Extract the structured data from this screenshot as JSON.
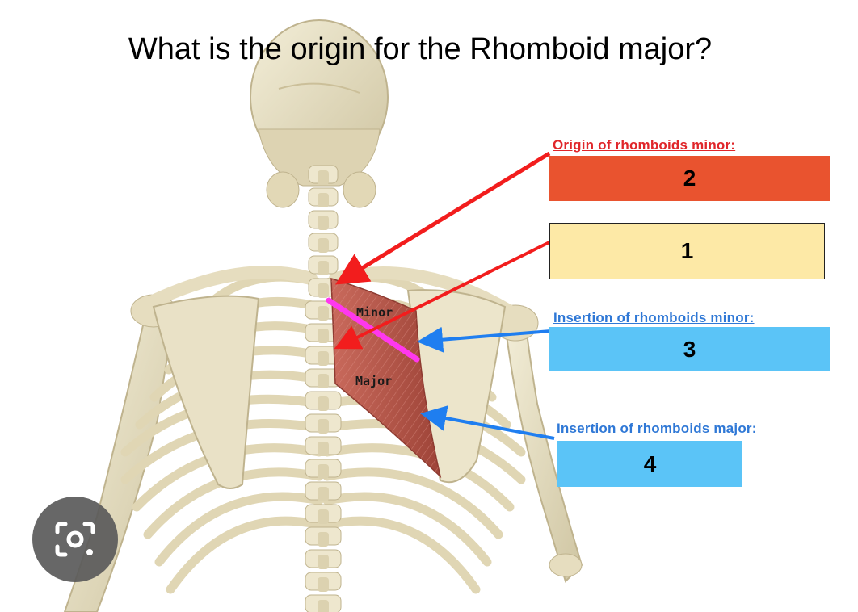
{
  "question": "What is the origin for the Rhomboid major?",
  "labels": {
    "origin_minor": "Origin of rhomboids minor:",
    "insertion_minor": "Insertion of rhomboids minor:",
    "insertion_major": "Insertion of rhomboids major:"
  },
  "answer_boxes": {
    "origin_minor_value": "2",
    "blank_value": "1",
    "insertion_minor_value": "3",
    "insertion_major_value": "4"
  },
  "muscle_labels": {
    "minor": "Minor",
    "major": "Major"
  },
  "colors": {
    "red_box": "#e9532f",
    "yellow_box": "#fde9a6",
    "blue_box": "#5bc4f7",
    "red_arrow": "#f21d1d",
    "blue_arrow": "#1f7ef0",
    "magenta_line": "#ff38ee",
    "muscle": "#b85a4e",
    "bone": "#e9e1c6"
  },
  "icons": {
    "lens": "camera-search-icon"
  }
}
